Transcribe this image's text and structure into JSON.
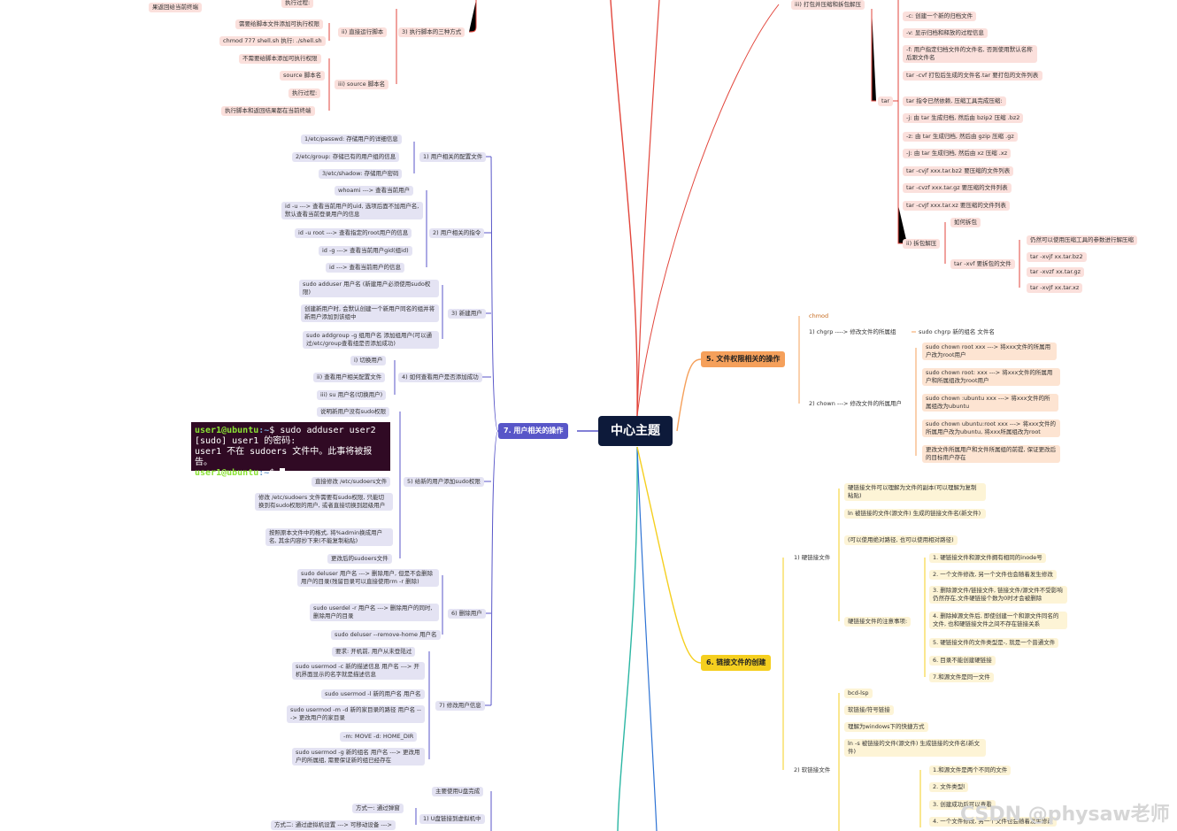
{
  "center": "中心主题",
  "branches": {
    "b7": "7. 用户相关的操作",
    "b5": "5. 文件权限相关的操作",
    "b6": "6. 链接文件的创建"
  },
  "top_left": {
    "t1": "果返回给当前终端",
    "t2": "执行过程:",
    "t3": "需要给脚本文件添加可执行权限",
    "t4": "chmod 777 shell.sh  执行: ./shell.sh",
    "t5": "不需要给脚本添加可执行权限",
    "t6": "source 脚本名",
    "t7": "执行过程:",
    "t8": "执行脚本和返回结果都在当前终端",
    "ii": "ii) 直接运行脚本",
    "iii": "iii) source 脚本名",
    "three": "3) 执行脚本的三种方式"
  },
  "users": {
    "c1": "1) 用户相关的配置文件",
    "c1a": "1/etc/passwd: 存储用户的详细信息",
    "c1b": "2/etc/group: 存储已有的用户组的信息",
    "c1c": "3/etc/shadow: 存储用户密码",
    "c2": "2) 用户相关的指令",
    "c2a": "whoami  ---> 查看当前用户",
    "c2b": "id -u  ---> 查看当前用户的uid, 选项后面不加用户名, 默认查看当前登录用户的信息",
    "c2c": "id -u root  ---> 查看指定的root用户的信息",
    "c2d": "id -g  ---> 查看当前用户gid(组id)",
    "c2e": "id  ---> 查看当前用户的信息",
    "c3": "3) 新建用户",
    "c3a": "sudo adduser 用户名 (新建用户必须使用sudo权限)",
    "c3b": "创建新用户时, 会默认创建一个新用户同名的组并将新用户添加到该组中",
    "c3c": "sudo addgroup -g 组用户名  添加组用户(可以通过/etc/group查看组是否添加成功)",
    "c4": "4) 如何查看用户是否添加成功",
    "c4a": "i) 切换用户",
    "c4b": "ii) 查看用户相关配置文件",
    "c4c": "iii) su 用户名(切换用户)",
    "c5": "5) 给新的用户添加sudo权限",
    "c5a": "说明新用户没有sudo权限",
    "c5b": "直接修改 /etc/sudoers文件",
    "c5c": "修改 /etc/sudoers 文件需要有sudo权限, 只能切换到有sudo权限的用户, 或者直接切换到超级用户",
    "c5d": "按照原本文件中的格式, 将%admin换成用户名, 其余内容抄下来(不能复制粘贴)",
    "c5e": "更改后的sudoers文件",
    "c6": "6) 删除用户",
    "c6a": "sudo deluser 用户名  ---> 删除用户, 但是不会删除用户的目录(残留目录可以直接使用rm -r 删除)",
    "c6b": "sudo userdel -r 用户名  ---> 删除用户的同时, 删除用户的目录",
    "c6c": "sudo deluser --remove-home 用户名",
    "c7": "7) 修改用户信息",
    "c7a": "要求: 开机前, 用户从未登陆过",
    "c7b": "sudo usermod -c 新的描述信息 用户名  ---> 开机界面显示的名字就是描述信息",
    "c7c": "sudo usermod -l 新的用户名 用户名",
    "c7d": "sudo usermod -m -d 新的家目录的路径 用户名  ---> 更改用户的家目录",
    "c7e": "-m: MOVE  -d: HOME_DIR",
    "c7f": "sudo usermod -g 新的组名 用户名  ---> 更改用户的所属组, 需要保证新的组已经存在",
    "u1": "主要使用U盘完成",
    "u2": "1) U盘链接到虚拟机中",
    "u3": "方式一: 通过弹窗",
    "u4": "方式二: 通过虚拟机设置 ---> 可移动设备 --->"
  },
  "terminal": {
    "l1_user": "user1@ubuntu",
    "l1_path": ":~",
    "l1_cmd": "$ sudo adduser user2",
    "l2": "[sudo] user1 的密码:",
    "l3": "user1 不在 sudoers 文件中。此事将被报告。",
    "l4_user": "user1@ubuntu",
    "l4_path": ":~",
    "l4_cmd": "$ "
  },
  "tar": {
    "t0": "iii) 打包并压缩和拆包解压",
    "t1": "-c: 创建一个新的归档文件",
    "t2": "-v: 显示归档和释放的过程信息",
    "t3": "-f: 用户指定归档文件的文件名, 否则使用默认名称 后跟文件名",
    "t4": "tar -cvf 打包后生成的文件名.tar 要打包的文件列表",
    "t5": "tar 指令已然依赖, 压缩工具完成压缩:",
    "t6": "-j: 由 tar 生成归档, 然后由 bzip2 压缩 .bz2",
    "t7": "-z: 由 tar 生成归档, 然后由 gzip 压缩 .gz",
    "t8": "-J: 由 tar 生成归档, 然后由 xz 压缩 .xz",
    "t9": "tar -cvjf xxx.tar.bz2 要压缩的文件列表",
    "t10": "tar -cvzf xxx.tar.gz 要压缩的文件列表",
    "t11": "tar -cvJf xxx.tar.xz 要压缩的文件列表",
    "tar": "tar",
    "unpack": "ii) 拆包解压",
    "how": "如何拆包",
    "xvf": "tar -xvf 要拆包的文件",
    "x1": "仍然可以使用压缩工具的参数进行解压缩",
    "x2": "tar -xvjf xx.tar.bz2",
    "x3": "tar -xvzf xx.tar.gz",
    "x4": "tar -xvJf xx.tar.xz"
  },
  "perm": {
    "chmod": "chmod",
    "chgrp": "1) chgrp ----> 修改文件的所属组",
    "chgrp_a": "sudo chgrp 新的组名 文件名",
    "chown": "2) chown ---> 修改文件的所属用户",
    "o1": "sudo chown root xxx  ---> 将xxx文件的所属用户改为root用户",
    "o2": "sudo chown root: xxx  ---> 将xxx文件的所属用户和所属组改为root用户",
    "o3": "sudo chown :ubuntu xxx  ---> 将xxx文件的所属组改为ubuntu",
    "o4": "sudo chown ubuntu:root xxx ---> 将xxx文件的所属用户改为ubuntu, 将xxx所属组改为root",
    "o5": "更改文件所属用户和文件所属组的前提, 保证更改后的目标用户存在"
  },
  "link": {
    "hard": "1) 硬链接文件",
    "h1": "硬链接文件可以理解为文件的副本(可以理解为复制粘贴)",
    "h2": "ln 被链接的文件(源文件) 生成的链接文件名(新文件)",
    "h3": "(可以使用绝对路径, 也可以使用相对路径)",
    "hn": "硬链接文件的注意事项:",
    "n1": "1. 硬链接文件和源文件拥有相同的inode号",
    "n2": "2. 一个文件修改, 另一个文件也会随着发生修改",
    "n3": "3. 删除源文件/链接文件, 链接文件/源文件不受影响仍然存在,文件硬链接个数为0时才会被删除",
    "n4": "4. 删除掉源文件后, 即使创建一个和源文件同名的文件, 也和硬链接文件之间不存在链接关系",
    "n5": "5. 硬链接文件的文件类型是-, 就是一个普通文件",
    "n6": "6. 目录不能创建硬链接",
    "n7": "7.和源文件是同一文件",
    "soft": "2) 软链接文件",
    "s1": "bcd-lsp",
    "s2": "软链接/符号链接",
    "s3": "理解为windows下的快捷方式",
    "s4": "ln -s 被链接的文件(源文件) 生成链接的文件名(新文件)",
    "sn1": "1.和源文件是两个不同的文件",
    "sn2": "2. 文件类型l",
    "sn3": "3. 创建成功后可以查看",
    "sn4": "4. 一个文件修改, 另一个文件也会随着发生修改"
  },
  "watermark": "CSDN @physaw老师",
  "colors": {
    "center": "#0d1a3a",
    "purple": "#5856c8",
    "orange": "#f5a05b",
    "yellow": "#f5cf1f",
    "red": "#e2463c",
    "teal": "#2bb6a3",
    "blue": "#2e73d4"
  }
}
